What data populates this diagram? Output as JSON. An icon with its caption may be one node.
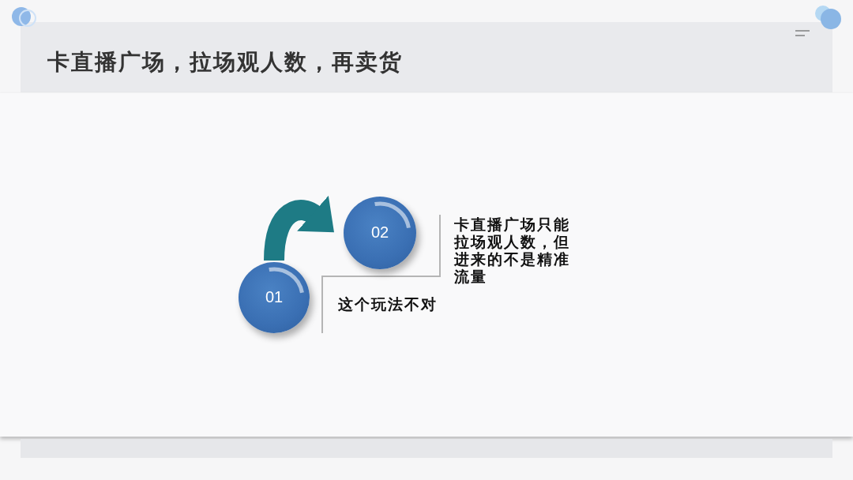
{
  "diagram": {
    "title": "卡直播广场，拉场观人数，再卖货",
    "nodes": [
      {
        "text": [
          "01"
        ],
        "beside": [
          "这个玩法不对"
        ]
      },
      {
        "text": [
          "02"
        ],
        "beside": [
          "卡直播广场只能拉场观人数，但进来的不是精准流量"
        ]
      }
    ],
    "edges": [
      {
        "from": 0,
        "to": 1,
        "arrow": "to"
      }
    ]
  }
}
